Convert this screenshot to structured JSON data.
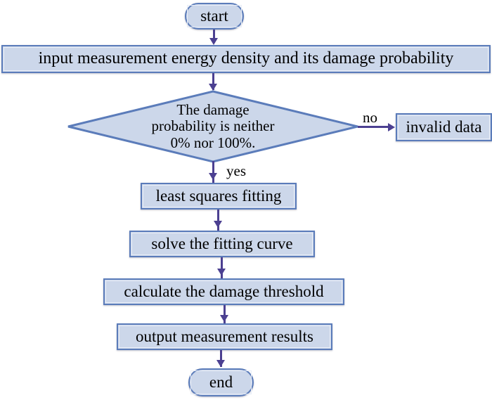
{
  "diagram": {
    "type": "flowchart",
    "title": "damage threshold measurement flowchart",
    "colors": {
      "node_fill": "#ccd7ea",
      "node_border": "#5b7cba",
      "connector": "#4c4091",
      "text": "#000000",
      "background": "#ffffff"
    },
    "nodes": {
      "start": {
        "label": "start",
        "shape": "terminator"
      },
      "input": {
        "label": "input measurement energy density and its damage probability",
        "shape": "process"
      },
      "decision": {
        "shape": "decision",
        "lines": [
          "The damage",
          "probability is neither",
          "0% nor 100%."
        ],
        "label": "The damage probability is neither 0% nor 100%."
      },
      "invalid": {
        "label": "invalid data",
        "shape": "process"
      },
      "fitting": {
        "label": "least squares fitting",
        "shape": "process"
      },
      "solve": {
        "label": "solve the fitting curve",
        "shape": "process"
      },
      "calculate": {
        "label": "calculate the damage threshold",
        "shape": "process"
      },
      "output": {
        "label": "output measurement results",
        "shape": "process"
      },
      "end": {
        "label": "end",
        "shape": "terminator"
      }
    },
    "edge_labels": {
      "no": "no",
      "yes": "yes"
    }
  }
}
